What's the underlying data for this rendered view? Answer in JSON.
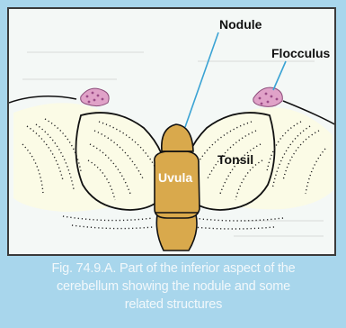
{
  "figure": {
    "labels": {
      "nodule": "Nodule",
      "flocculus": "Flocculus",
      "tonsil": "Tonsil",
      "uvula": "Uvula"
    }
  },
  "caption": {
    "line1": "Fig. 74.9.A. Part of the inferior aspect of the",
    "line2": "cerebellum showing the nodule and some",
    "line3": "related structures"
  },
  "colors": {
    "page_background": "#a8d6ec",
    "frame_background": "#f4f8f6",
    "lobe_fill": "#fbfbe6",
    "vermis_fill": "#d9a94c",
    "flocculus_fill": "#e0a2c8",
    "pointer_line": "#3aa3d4"
  }
}
